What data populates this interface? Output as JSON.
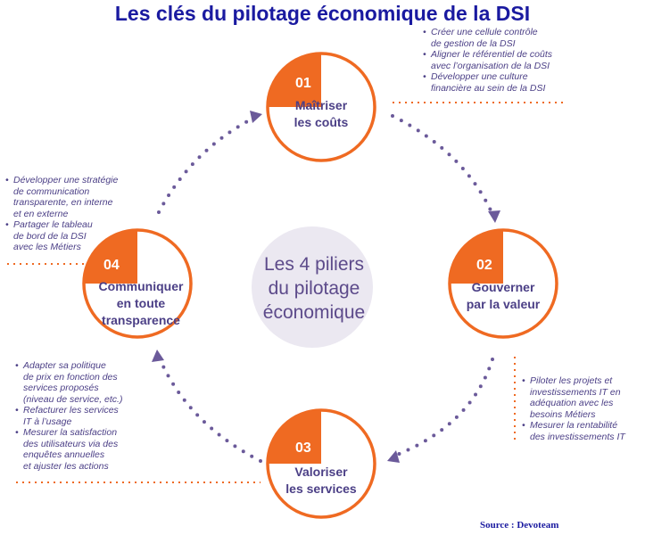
{
  "title": "Les clés du pilotage économique de la DSI",
  "center": {
    "line1": "Les 4 piliers",
    "line2": "du pilotage",
    "line3": "économique"
  },
  "colors": {
    "orange": "#ef6a22",
    "purple": "#5c4a8a",
    "title_blue": "#1a1aa0",
    "center_fill": "#ebe8f1",
    "dots": "#6b5a9a"
  },
  "pillars": [
    {
      "number": "01",
      "label": "Maîtriser\nles coûts",
      "notes": [
        "Créer une cellule contrôle\nde gestion de la DSI",
        "Aligner le référentiel de coûts\navec l’organisation de la DSI",
        "Développer une culture\nfinancière au sein de la DSI"
      ]
    },
    {
      "number": "02",
      "label": "Gouverner\npar la valeur",
      "notes": [
        "Piloter les projets et\ninvestissements IT en\nadéquation avec les\nbesoins Métiers",
        "Mesurer la rentabilité\ndes investissements IT"
      ]
    },
    {
      "number": "03",
      "label": "Valoriser\nles services",
      "notes": [
        "Adapter sa politique\nde prix en fonction des\nservices proposés\n(niveau de service, etc.)",
        "Refacturer les services\nIT à l’usage",
        "Mesurer la satisfaction\ndes utilisateurs via des\nenquêtes annuelles\net ajuster les actions"
      ]
    },
    {
      "number": "04",
      "label": "Communiquer\nen toute\ntransparence",
      "notes": [
        "Développer une stratégie\nde communication\ntransparente, en interne\net en externe",
        "Partager le tableau\nde bord de la DSI\navec les Métiers"
      ]
    }
  ],
  "source": "Source : Devoteam"
}
